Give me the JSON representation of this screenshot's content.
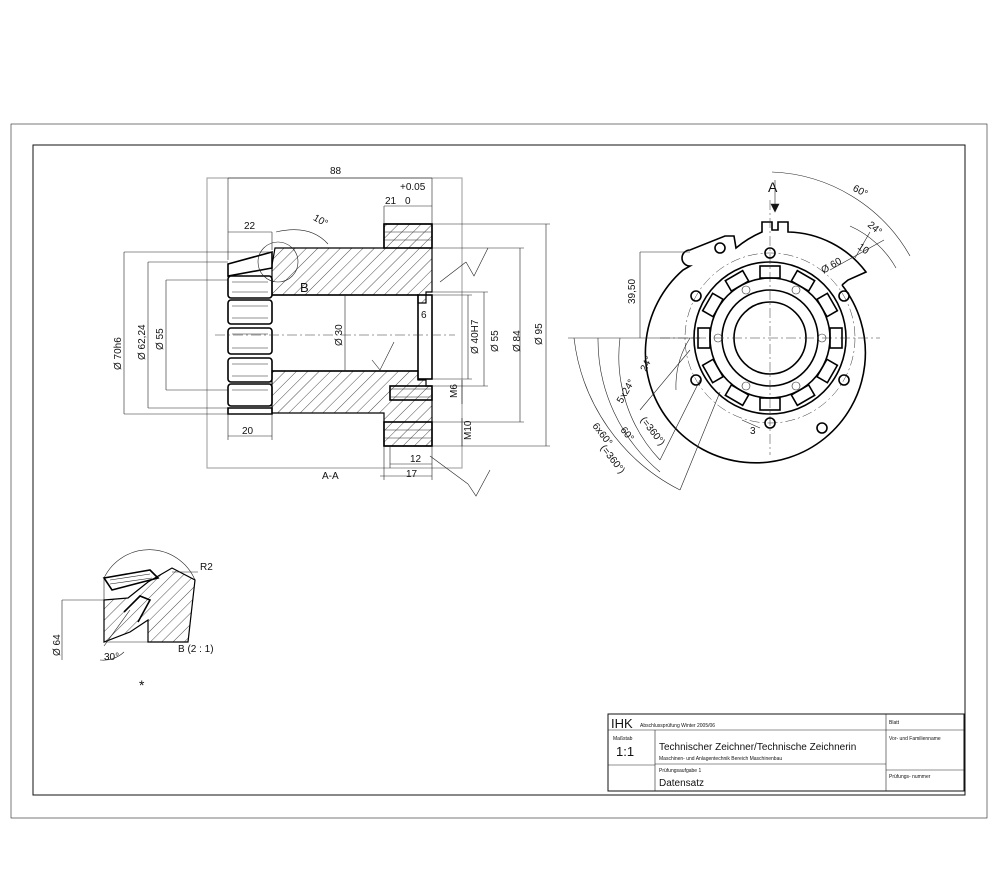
{
  "drawing": {
    "section_view": {
      "caption": "A-A",
      "dims": {
        "len_88": "88",
        "tol_upper": "+0.05",
        "tol_lower": "0",
        "len_21": "21",
        "len_22": "22",
        "angle_10": "10°",
        "label_b": "B",
        "len_20": "20",
        "len_12": "12",
        "len_17": "17",
        "dia_70": "Ø 70h6",
        "dia_62": "Ø 62,24",
        "dia_55_left": "Ø 55",
        "dia_30": "Ø 30",
        "dia_40": "Ø 40H7",
        "dia_55_right": "Ø 55",
        "dia_84": "Ø 84",
        "dia_95": "Ø 95",
        "dim_6": "6",
        "thread_m6": "M6",
        "thread_m10": "M10"
      }
    },
    "front_view": {
      "section_mark": "A",
      "dims": {
        "angle_60": "60°",
        "angle_24": "24°",
        "len_10": "10",
        "dia_60": "Ø 60",
        "len_39_5": "39,50",
        "angle_24_left": "24°",
        "angle_5x24": "5x24°",
        "angle_360_a": "(=360°)",
        "angle_60_b": "60°",
        "angle_6x60": "6x60°",
        "angle_360_b": "(=360°)",
        "len_3": "3"
      }
    },
    "detail_view": {
      "radius": "R2",
      "diameter": "Ø 64",
      "angle": "30°",
      "caption": "B (2 : 1)",
      "asterisk": "*"
    },
    "title_block": {
      "logo": "IHK",
      "exam": "Abschlussprüfung Winter 2005/06",
      "scale_label": "Maßstab",
      "scale": "1:1",
      "title": "Technischer Zeichner/Technische Zeichnerin",
      "subtitle": "Maschinen- und Anlagentechnik  Bereich Maschinenbau",
      "task": "Prüfungsaufgabe 1",
      "dataset": "Datensatz",
      "field_date": "Blatt",
      "field_name": "Vor- und Familienname",
      "field_number": "Prüfungs-\nnummer"
    }
  }
}
